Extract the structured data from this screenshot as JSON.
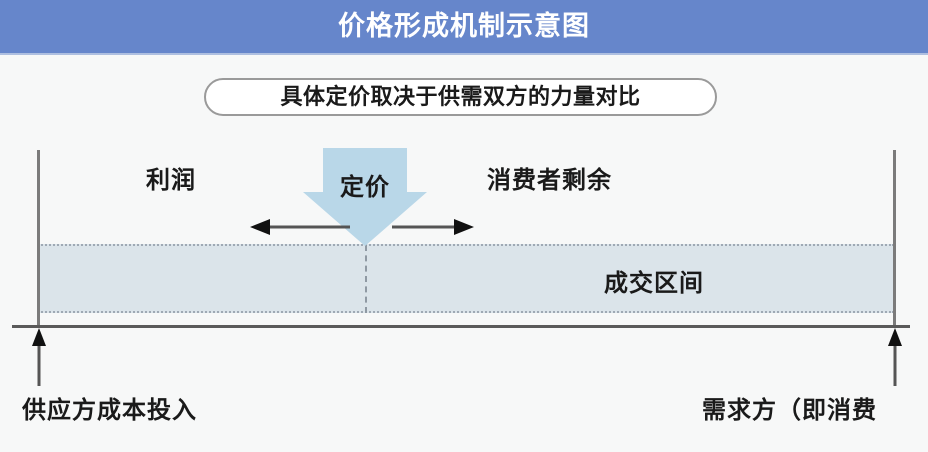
{
  "header": {
    "title": "价格形成机制示意图",
    "background_color": "#6686cb",
    "text_color": "#ffffff"
  },
  "subtitle": {
    "text": "具体定价取决于供需双方的力量对比",
    "border_color": "#9a9a9a",
    "background_color": "#ffffff"
  },
  "diagram": {
    "band": {
      "label": "成交区间",
      "fill_color": "#dbe4ea",
      "dash_color": "#9fa9b4"
    },
    "regions": {
      "left_label": "利润",
      "right_label": "消费者剩余"
    },
    "pricing_arrow": {
      "label": "定价",
      "fill_color": "#b9d7e8",
      "direction": "down"
    },
    "span_arrows": {
      "left_direction": "left",
      "right_direction": "right",
      "color": "#555555"
    },
    "axis": {
      "baseline_color": "#5a5a5a",
      "boundary_color": "#7b7b7b",
      "left_caption": "供应方成本投入",
      "right_caption": "需求方（即消费",
      "left_endpoint_direction": "up",
      "right_endpoint_direction": "up"
    }
  }
}
